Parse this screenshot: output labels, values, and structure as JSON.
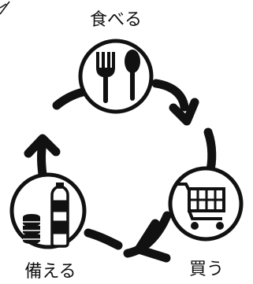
{
  "diagram": {
    "labels": {
      "eat": "食べる",
      "buy": "買う",
      "stock": "備える"
    },
    "nodes": [
      {
        "id": "eat",
        "icon": "fork-and-spoon-icon"
      },
      {
        "id": "buy",
        "icon": "shopping-cart-icon"
      },
      {
        "id": "stock",
        "icon": "canned-food-and-water-bottle-icon"
      }
    ],
    "colors": {
      "line": "#111111",
      "background": "#ffffff"
    }
  }
}
